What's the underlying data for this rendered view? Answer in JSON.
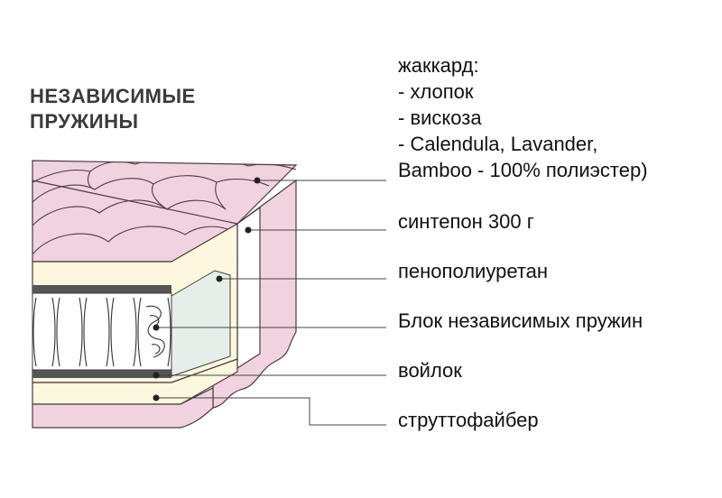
{
  "title": {
    "line1": "НЕЗАВИСИМЫЕ",
    "line2": "ПРУЖИНЫ"
  },
  "layers": [
    {
      "id": "jacquard",
      "lines": [
        "жаккард:",
        "- хлопок",
        "- вискоза",
        "- Calendula, Lavander,",
        "Bamboo - 100% полиэстер)"
      ]
    },
    {
      "id": "sintepon",
      "label": "синтепон 300 г"
    },
    {
      "id": "ppu",
      "label": "пенополиуретан"
    },
    {
      "id": "spring-block",
      "label": "Блок независимых пружин"
    },
    {
      "id": "felt",
      "label": "войлок"
    },
    {
      "id": "struttofiber",
      "label": "струттофайбер"
    }
  ],
  "colors": {
    "cover": "#f0d3df",
    "cover_stroke": "#4a3a40",
    "foam": "#fbf8dd",
    "spring_face": "#e4efea",
    "felt": "#555555",
    "leader": "#444444"
  }
}
